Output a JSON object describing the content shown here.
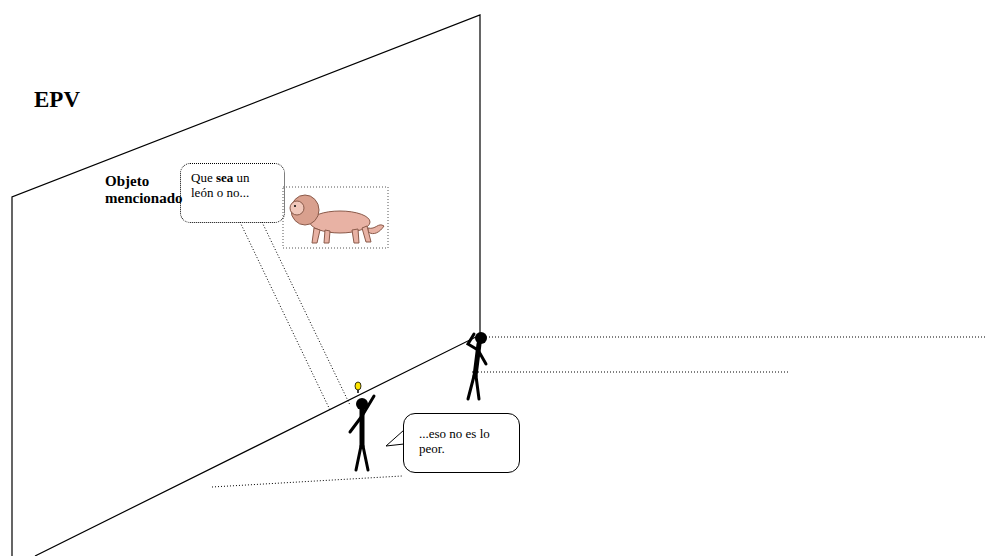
{
  "diagram": {
    "nodes": [
      {
        "text": [
          "EPV",
          "Objeto mencionado"
        ]
      },
      {
        "text": [
          "Que sea un león o no..."
        ],
        "in": 0
      },
      {
        "text": [
          "...eso no es lo peor."
        ]
      }
    ]
  }
}
